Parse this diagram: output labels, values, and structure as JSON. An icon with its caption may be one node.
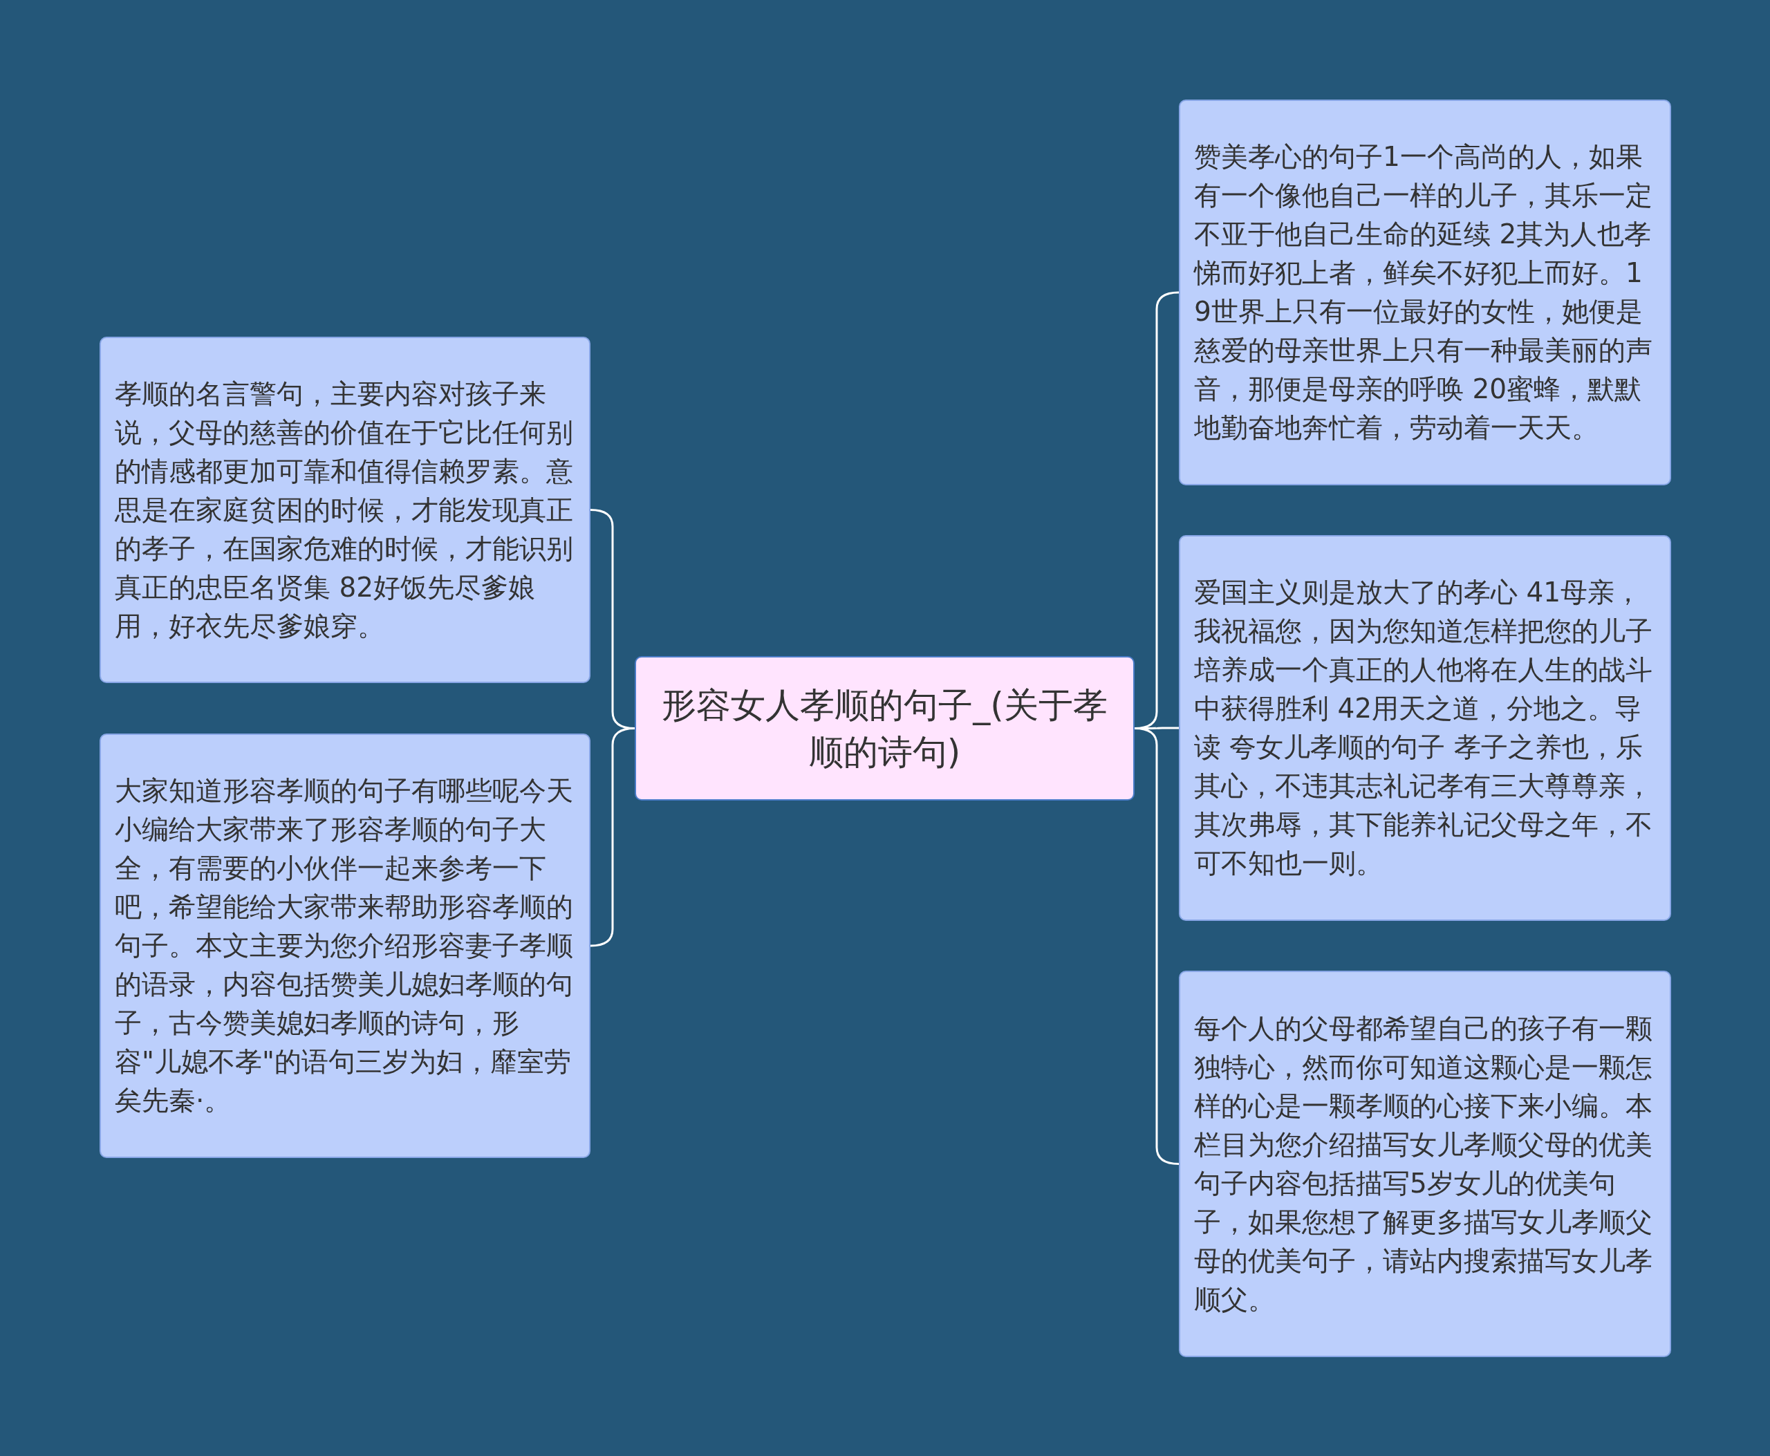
{
  "diagram": {
    "nodes": [
      {
        "text": [
          "形容女人孝顺的句子_(关于孝顺的诗句)"
        ]
      },
      {
        "text": [
          "赞美孝心的句子1一个高尚的人，如果有一个像他自己一样的儿子，其乐一定不亚于他自己生命的延续 2其为人也孝悌而好犯上者，鲜矣不好犯上而好。19世界上只有一位最好的女性，她便是慈爱的母亲世界上只有一种最美丽的声音，那便是母亲的呼唤 20蜜蜂，默默地勤奋地奔忙着，劳动着一天天。"
        ]
      },
      {
        "text": [
          "爱国主义则是放大了的孝心 41母亲，我祝福您，因为您知道怎样把您的儿子培养成一个真正的人他将在人生的战斗中获得胜利 42用天之道，分地之。导读 夸女儿孝顺的句子 孝子之养也，乐其心，不违其志礼记孝有三大尊尊亲，其次弗辱，其下能养礼记父母之年，不可不知也一则。"
        ]
      },
      {
        "text": [
          "每个人的父母都希望自己的孩子有一颗独特心，然而你可知道这颗心是一颗怎样的心是一颗孝顺的心接下来小编。本栏目为您介绍描写女儿孝顺父母的优美句子内容包括描写5岁女儿的优美句子，如果您想了解更多描写女儿孝顺父母的优美句子，请站内搜索描写女儿孝顺父。"
        ]
      },
      {
        "text": [
          "孝顺的名言警句，主要内容对孩子来说，父母的慈善的价值在于它比任何别的情感都更加可靠和值得信赖罗素。意思是在家庭贫困的时候，才能发现真正的孝子，在国家危难的时候，才能识别真正的忠臣名贤集 82好饭先尽爹娘用，好衣先尽爹娘穿。"
        ]
      },
      {
        "text": [
          "大家知道形容孝顺的句子有哪些呢今天小编给大家带来了形容孝顺的句子大全，有需要的小伙伴一起来参考一下吧，希望能给大家带来帮助形容孝顺的句子。本文主要为您介绍形容妻子孝顺的语录，内容包括赞美儿媳妇孝顺的句子，古今赞美媳妇孝顺的诗句，形容\"儿媳不孝\"的语句三岁为妇，靡室劳矣先秦·。"
        ]
      }
    ],
    "edges": [
      {
        "from": 0,
        "to": 1,
        "arrow": "none"
      },
      {
        "from": 0,
        "to": 2,
        "arrow": "none"
      },
      {
        "from": 0,
        "to": 3,
        "arrow": "none"
      },
      {
        "from": 0,
        "to": 4,
        "arrow": "none"
      },
      {
        "from": 0,
        "to": 5,
        "arrow": "none"
      }
    ]
  }
}
